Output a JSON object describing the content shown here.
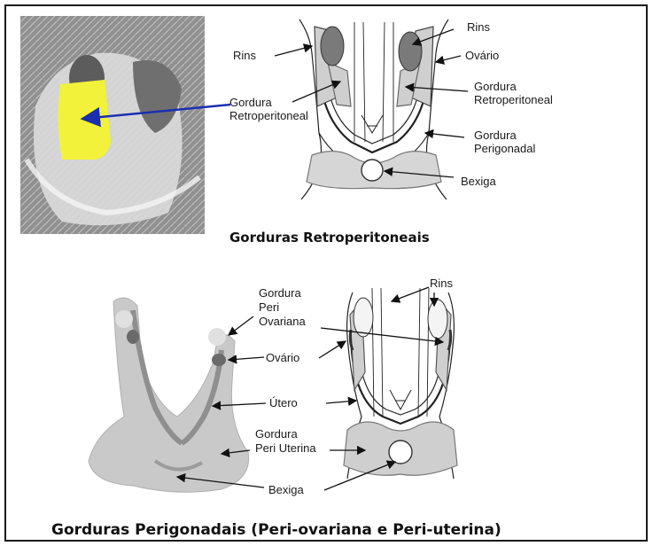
{
  "top_panel": {
    "photo_label": "Gordura\nRetroperitoneal",
    "labels": {
      "rins_left": "Rins",
      "rins_right": "Rins",
      "ovario": "Ovário",
      "gordura_retro_right": "Gordura\nRetroperitoneal",
      "gordura_perigonadal": "Gordura\nPerigonadal",
      "bexiga": "Bexiga"
    },
    "caption": "Gorduras Retroperitoneais"
  },
  "bottom_panel": {
    "labels": {
      "gordura_peri_ovariana": "Gordura\nPeri\nOvariana",
      "ovario": "Ovário",
      "utero": "Útero",
      "gordura_peri_uterina": "Gordura\nPeri Uterina",
      "bexiga": "Bexiga",
      "rins": "Rins"
    },
    "caption": "Gorduras Perigonadais (Peri-ovariana e Peri-uterina)"
  },
  "colors": {
    "highlight_fat": "#f2f23a",
    "arrow_blue": "#1a2fb0",
    "kidney_gray": "#7a7a7a",
    "fat_gray": "#cfcfcf"
  }
}
